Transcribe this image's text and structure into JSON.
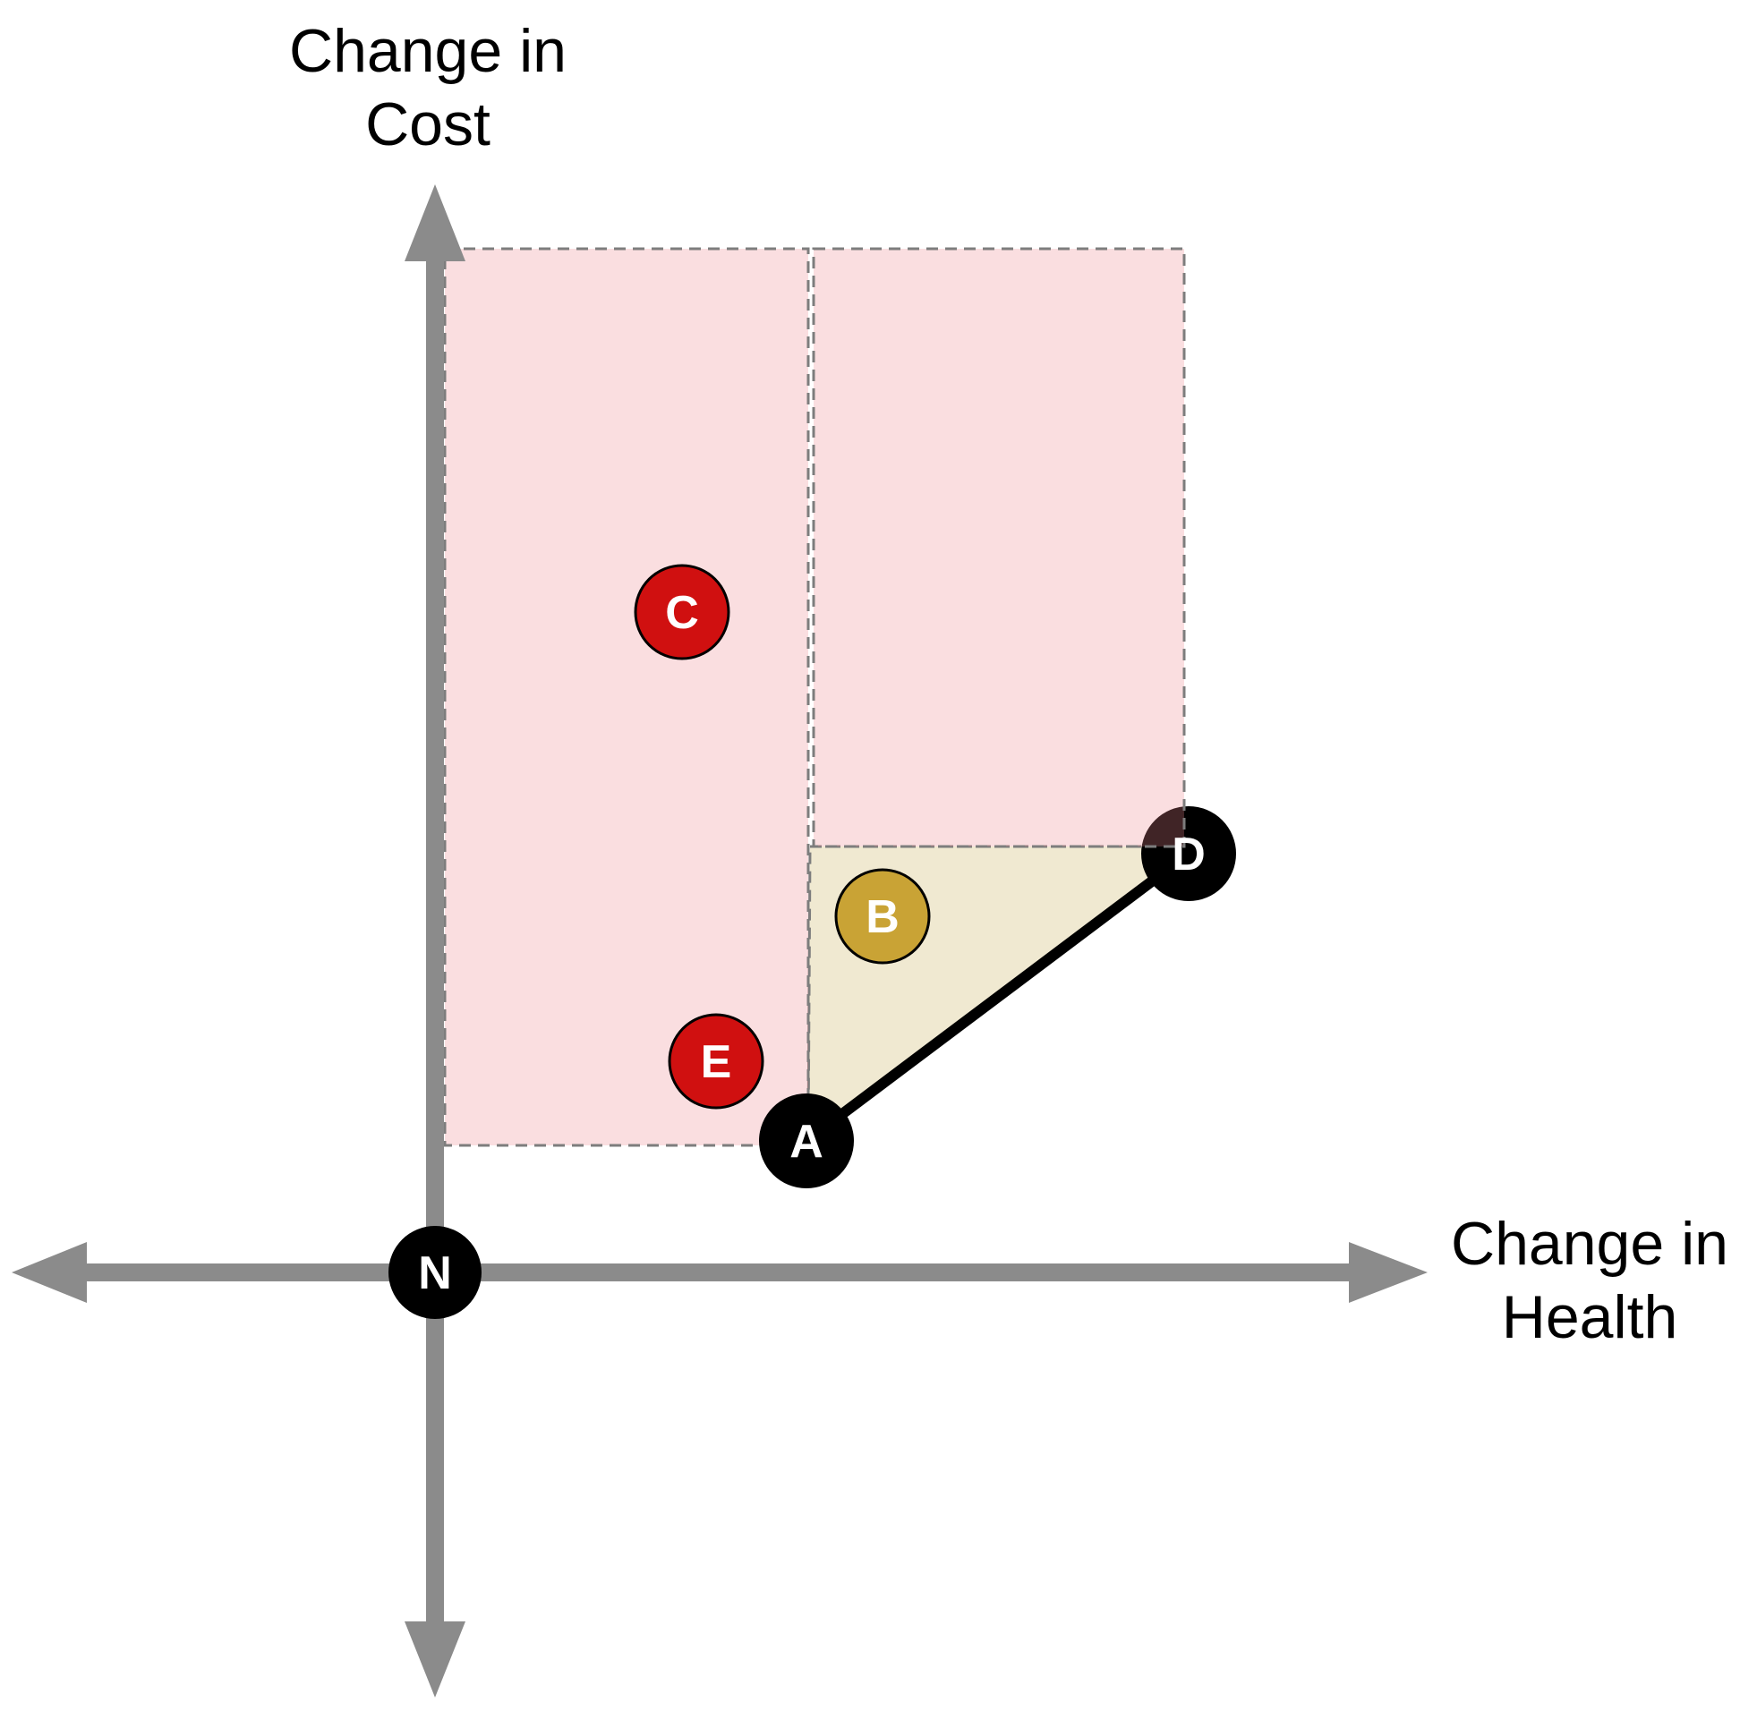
{
  "y_axis": {
    "label_line1": "Change in",
    "label_line2": "Cost"
  },
  "x_axis": {
    "label_line1": "Change in",
    "label_line2": "Health"
  },
  "points": {
    "N": {
      "label": "N",
      "fill": "#000000"
    },
    "A": {
      "label": "A",
      "fill": "#000000"
    },
    "B": {
      "label": "B",
      "fill": "#c9a335"
    },
    "C": {
      "label": "C",
      "fill": "#d01010"
    },
    "D": {
      "label": "D",
      "fill": "#000000"
    },
    "E": {
      "label": "E",
      "fill": "#d01010"
    }
  },
  "regions": {
    "pink_fill": "rgba(236,132,140,0.27)",
    "pink_rendered_hex": "#f8dee1",
    "beige_fill": "#f0e9d1",
    "dash_color": "#7d7d7d"
  },
  "axes": {
    "color": "#8b8b8b"
  },
  "line_ad": {
    "color": "#000000"
  }
}
